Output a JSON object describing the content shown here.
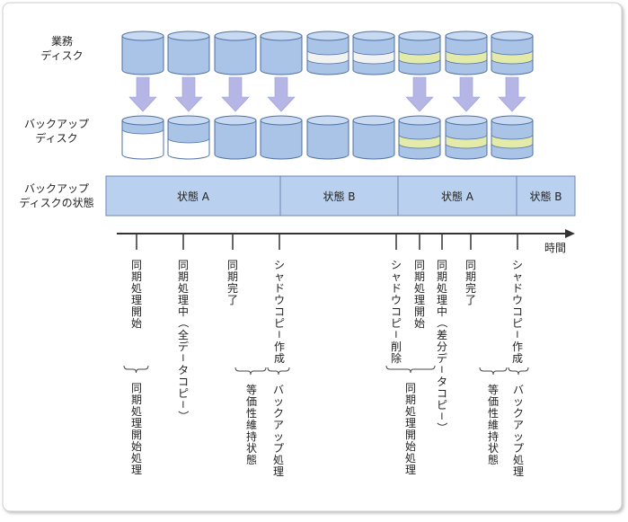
{
  "labels": {
    "business_disk": [
      "業務",
      "ディスク"
    ],
    "backup_disk": [
      "バックアップ",
      "ディスク"
    ],
    "backup_state": [
      "バックアップ",
      "ディスクの状態"
    ],
    "time": "時間"
  },
  "state_bar": [
    {
      "label": "状態 A"
    },
    {
      "label": "状態 B"
    },
    {
      "label": "状態 A"
    },
    {
      "label": "状態 B"
    }
  ],
  "business_disks": [
    "plain",
    "plain",
    "plain",
    "plain",
    "band-white",
    "band-white",
    "band-yellow",
    "band-yellow",
    "band-yellow"
  ],
  "backup_disks": [
    "partial-top",
    "partial-more",
    "full",
    "full",
    "full",
    "full",
    "band-yellow",
    "band-yellow",
    "band-yellow"
  ],
  "arrows": [
    true,
    true,
    true,
    true,
    false,
    false,
    true,
    true,
    true
  ],
  "events": [
    {
      "text": "同期処理開始"
    },
    {
      "text": "同期処理中（全データコピー）"
    },
    {
      "text": "同期完了"
    },
    {
      "text": "シャドウコピー作成"
    },
    {
      "text": "シャドウコピー削除"
    },
    {
      "text": "同期処理開始"
    },
    {
      "text": "同期処理中（差分データコピー）"
    },
    {
      "text": "同期完了"
    },
    {
      "text": "シャドウコピー作成"
    }
  ],
  "phases": [
    {
      "text": "同期処理開始処理"
    },
    {
      "text": "等価性維持状態"
    },
    {
      "text": "バックアップ処理"
    },
    {
      "text": "同期処理開始処理"
    },
    {
      "text": "等価性維持状態"
    },
    {
      "text": "バックアップ処理"
    }
  ],
  "colors": {
    "disk_fill": "#a9c4e6",
    "disk_top": "#c8daf2",
    "disk_stroke": "#4f6fa3",
    "band_yellow": "#e4eba8",
    "band_white": "#f2f2f2",
    "arrow": "#b6b6e6",
    "bar_fill": "#b9d0ee",
    "bar_stroke": "#6e86b6",
    "timeline": "#333333"
  }
}
